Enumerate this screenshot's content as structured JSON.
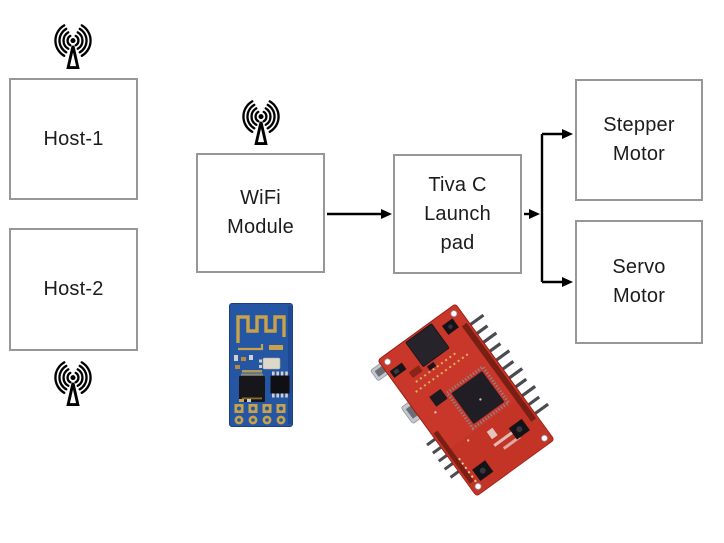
{
  "page": {
    "background": "#ffffff",
    "kind": "block-diagram-slide"
  },
  "diagram": {
    "box_border_color": "#979797",
    "box_fill": "#ffffff",
    "text_color": "#1c1c1c",
    "arrow_color": "#000000",
    "nodes": {
      "host1": {
        "label": "Host-1",
        "has_antenna": true
      },
      "host2": {
        "label": "Host-2",
        "has_antenna": true
      },
      "wifi_module": {
        "label": "WiFi\nModule",
        "has_antenna": true
      },
      "tiva_launchpad": {
        "label": "Tiva C\nLaunch\npad",
        "has_antenna": false
      },
      "stepper_motor": {
        "label": "Stepper\nMotor",
        "has_antenna": false
      },
      "servo_motor": {
        "label": "Servo\nMotor",
        "has_antenna": false
      }
    },
    "connections": [
      {
        "from": "wifi_module",
        "to": "tiva_launchpad",
        "style": "arrow"
      },
      {
        "from": "tiva_launchpad",
        "to": "stepper_motor",
        "style": "arrow"
      },
      {
        "from": "tiva_launchpad",
        "to": "servo_motor",
        "style": "arrow"
      }
    ]
  },
  "icons": {
    "antenna": {
      "name": "radio-antenna-icon",
      "color": "#000000",
      "count": 3
    }
  },
  "photos": {
    "esp8266": {
      "name": "esp8266-wifi-module-photo",
      "pcb_color": "#2456a4",
      "antenna_trace_color": "#c8a24a",
      "chip_color": "#17171b",
      "pad_color": "#c8a24a"
    },
    "tiva_launchpad": {
      "name": "tiva-c-launchpad-photo",
      "pcb_color": "#c8372a",
      "chip_color": "#201d24",
      "connector_color": "#c4c8ce"
    }
  }
}
